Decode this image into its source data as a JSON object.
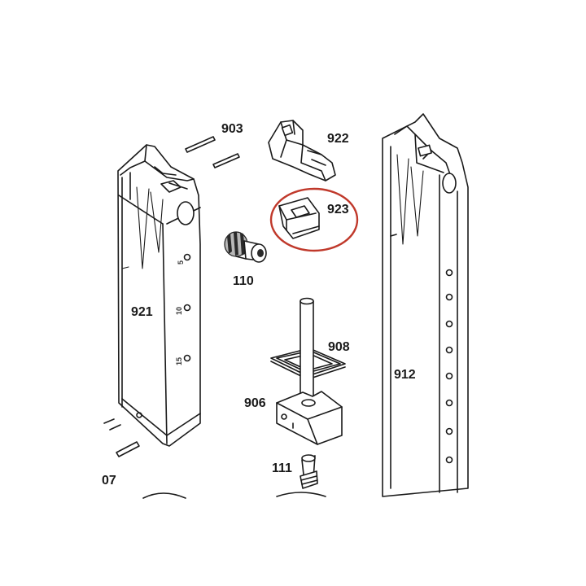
{
  "labels": {
    "p903": "903",
    "p922": "922",
    "p923": "923",
    "p921": "921",
    "p110": "110",
    "p908": "908",
    "p906": "906",
    "p111": "111",
    "p912": "912",
    "p907_partial": "07"
  },
  "magazine_markings": [
    "5",
    "10",
    "15"
  ],
  "highlight": {
    "target": "923",
    "color": "#c0392b"
  }
}
